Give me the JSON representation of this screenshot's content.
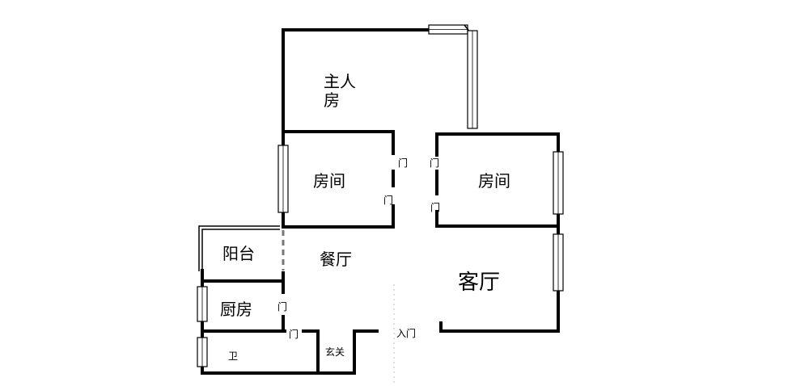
{
  "rooms": {
    "master_line1": "主人",
    "master_line2": "房",
    "bedroom_left": "房间",
    "bedroom_right": "房间",
    "balcony": "阳台",
    "dining": "餐厅",
    "living": "客厅",
    "kitchen": "厨房",
    "bathroom": "卫",
    "foyer": "玄关"
  },
  "doors": {
    "door_a": "门",
    "door_b": "门",
    "door_c": "门",
    "door_d": "门",
    "door_e": "门",
    "door_f": "门",
    "entrance": "入门"
  }
}
